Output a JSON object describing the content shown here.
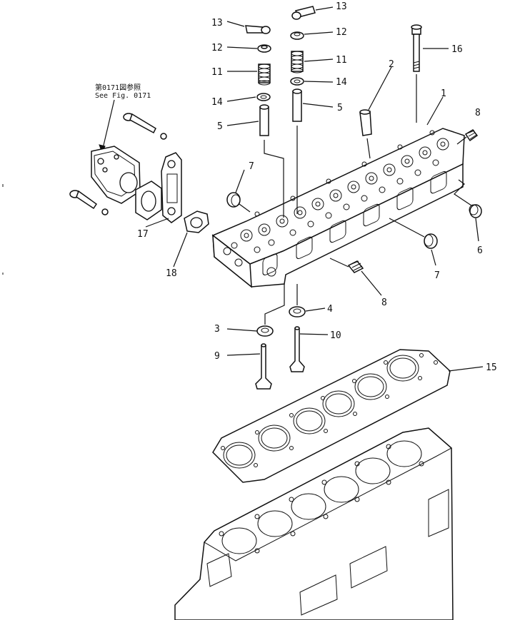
{
  "reference_note": {
    "line1": "第0171図参照",
    "line2": "See Fig. 0171"
  },
  "callouts": [
    {
      "id": "c13a",
      "label": "13"
    },
    {
      "id": "c13b",
      "label": "13"
    },
    {
      "id": "c12a",
      "label": "12"
    },
    {
      "id": "c12b",
      "label": "12"
    },
    {
      "id": "c11a",
      "label": "11"
    },
    {
      "id": "c11b",
      "label": "11"
    },
    {
      "id": "c14a",
      "label": "14"
    },
    {
      "id": "c14b",
      "label": "14"
    },
    {
      "id": "c5a",
      "label": "5"
    },
    {
      "id": "c5b",
      "label": "5"
    },
    {
      "id": "c16",
      "label": "16"
    },
    {
      "id": "c2",
      "label": "2"
    },
    {
      "id": "c1",
      "label": "1"
    },
    {
      "id": "c8a",
      "label": "8"
    },
    {
      "id": "c7a",
      "label": "7"
    },
    {
      "id": "c6",
      "label": "6"
    },
    {
      "id": "c7b",
      "label": "7"
    },
    {
      "id": "c17",
      "label": "17"
    },
    {
      "id": "c18",
      "label": "18"
    },
    {
      "id": "c8b",
      "label": "8"
    },
    {
      "id": "c4",
      "label": "4"
    },
    {
      "id": "c3",
      "label": "3"
    },
    {
      "id": "c10",
      "label": "10"
    },
    {
      "id": "c9",
      "label": "9"
    },
    {
      "id": "c15",
      "label": "15"
    }
  ]
}
